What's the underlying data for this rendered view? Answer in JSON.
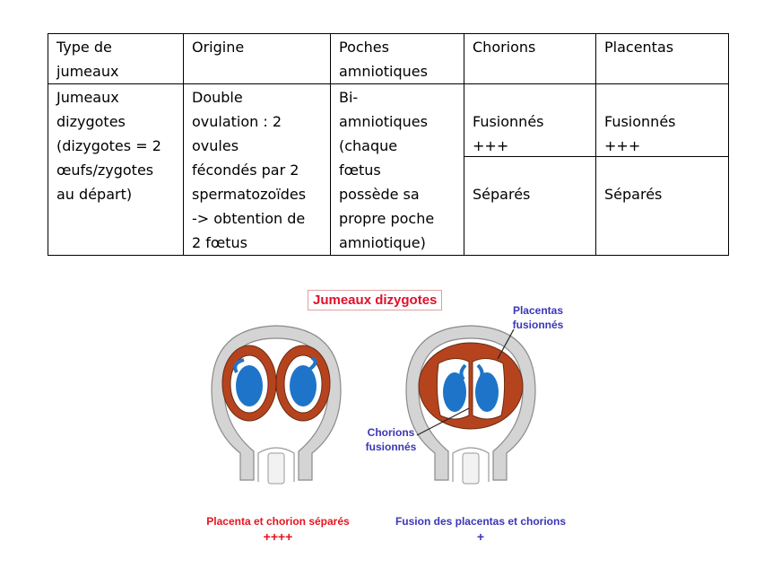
{
  "table": {
    "headers": [
      "Type de\njumeaux",
      "Origine",
      "Poches\namniotiques",
      "Chorions",
      "Placentas"
    ],
    "row": {
      "type": "Jumeaux\ndizygotes\n(dizygotes = 2\nœufs/zygotes\nau départ)",
      "origine": "Double\novulation : 2\novules\nfécondés par 2\nspermatozoïdes\n-> obtention de\n2 fœtus",
      "poches": "Bi-\namniotiques\n(chaque\nfœtus\npossède sa\npropre poche\namniotique)",
      "chorions": [
        "Fusionnés\n+++",
        "Séparés"
      ],
      "placentas": [
        "Fusionnés\n+++",
        "Séparés"
      ]
    }
  },
  "figure": {
    "title": "Jumeaux dizygotes",
    "label_placentas": "Placentas\nfusionnés",
    "label_chorions": "Chorions\nfusionnés",
    "caption_left": "Placenta et chorion séparés",
    "caption_left_mark": "++++",
    "caption_right": "Fusion des placentas et chorions",
    "caption_right_mark": "+",
    "colors": {
      "title_red": "#e0102a",
      "label_blue": "#3b36b8",
      "caption_red": "#e6141e",
      "placenta_brown": "#b5441e",
      "fetus_blue": "#1e74c8",
      "uterus_grey": "#d4d4d4"
    }
  }
}
